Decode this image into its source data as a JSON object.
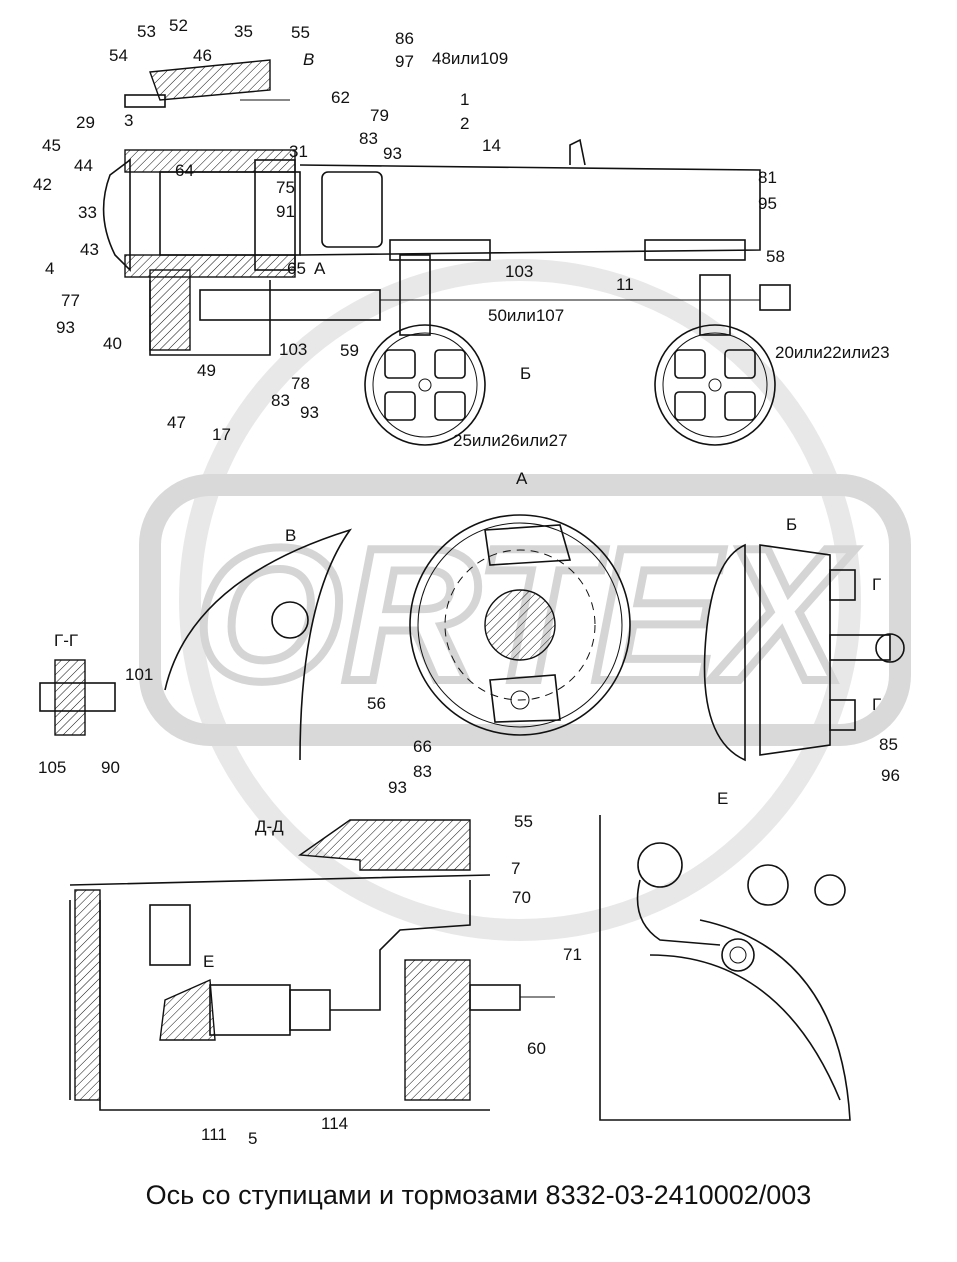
{
  "title": "Ось со ступицами и тормозами 8332-03-2410002/003",
  "watermark_text": "ORTEX",
  "callouts": [
    "53",
    "52",
    "35",
    "55",
    "В",
    "86",
    "97",
    "48или109",
    "54",
    "46",
    "62",
    "1",
    "2",
    "79",
    "29",
    "3",
    "83",
    "93",
    "45",
    "31",
    "14",
    "44",
    "64",
    "81",
    "42",
    "75",
    "95",
    "33",
    "91",
    "43",
    "58",
    "4",
    "65",
    "А",
    "103",
    "11",
    "77",
    "93",
    "50или107",
    "40",
    "103",
    "59",
    "20или22или23",
    "49",
    "Б",
    "78",
    "83",
    "93",
    "47",
    "17",
    "25или26или27",
    "А",
    "В",
    "Б",
    "Г",
    "Г-Г",
    "101",
    "Г",
    "56",
    "66",
    "85",
    "83",
    "105",
    "90",
    "96",
    "93",
    "Д-Д",
    "55",
    "Е",
    "7",
    "70",
    "71",
    "Е",
    "60",
    "111",
    "5",
    "114"
  ]
}
